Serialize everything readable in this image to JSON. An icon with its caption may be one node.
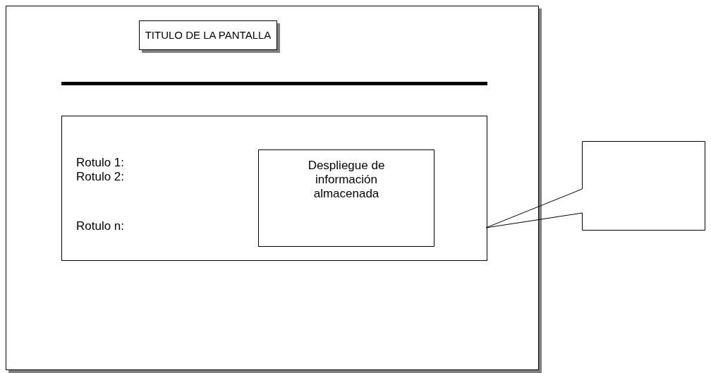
{
  "diagram": {
    "nodes": [
      {
        "text": [],
        "shape": "box"
      },
      {
        "text": [
          "TITULO DE LA PANTALLA"
        ],
        "in": 0
      },
      {
        "text": [],
        "shape": "box",
        "in": 0
      },
      {
        "text": [
          "Despliegue de información almacenada"
        ],
        "in": 2
      },
      {
        "text": [],
        "shape": "box"
      }
    ],
    "edges": [
      {
        "from": 4,
        "to": 2,
        "arrow": "none"
      }
    ],
    "labels": [
      "Rotulo 1:",
      "Rotulo 2:",
      "Rotulo n:"
    ]
  }
}
